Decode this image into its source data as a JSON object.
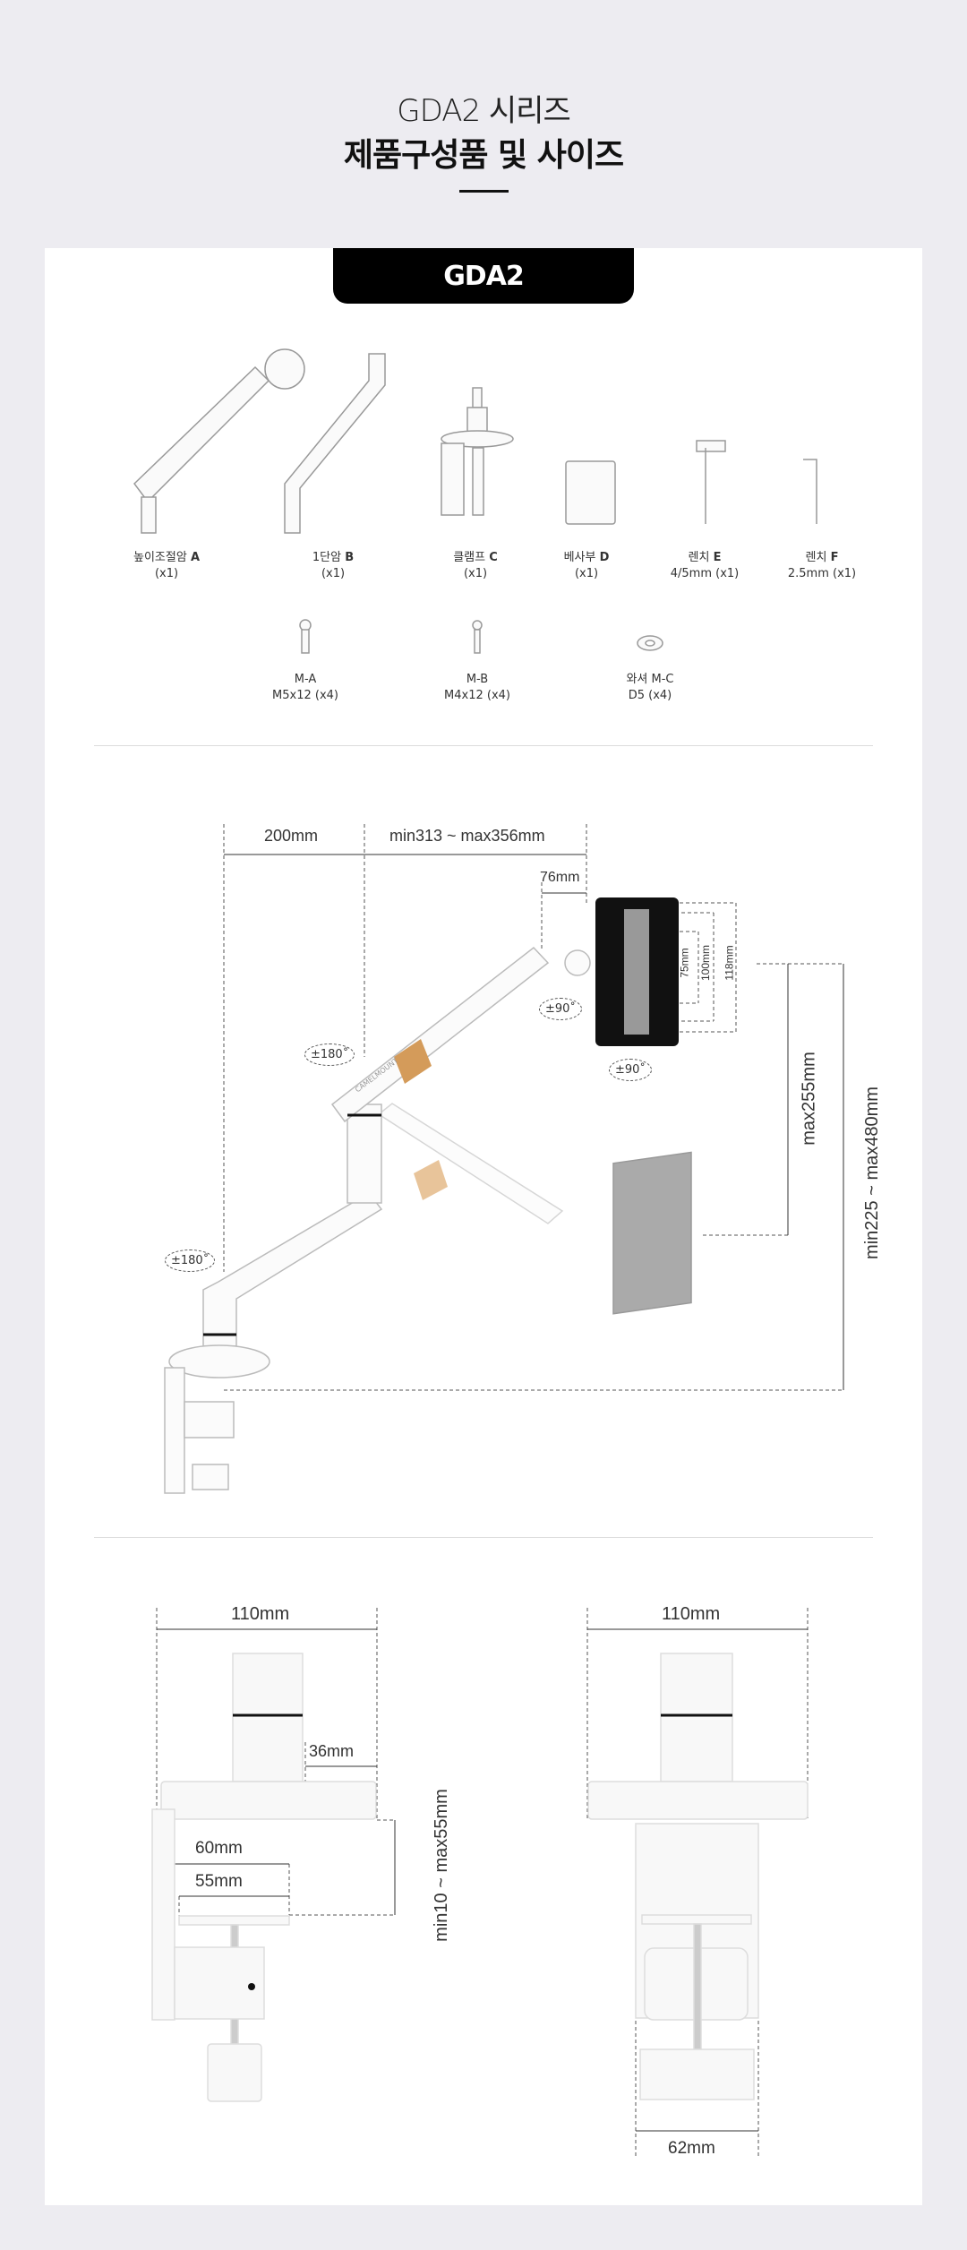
{
  "header": {
    "subtitle": "GDA2 시리즈",
    "title": "제품구성품 및 사이즈"
  },
  "tab": {
    "label": "GDA2"
  },
  "parts": [
    {
      "name": "높이조절암",
      "code": "A",
      "qty": "(x1)"
    },
    {
      "name": "1단암",
      "code": "B",
      "qty": "(x1)"
    },
    {
      "name": "클램프",
      "code": "C",
      "qty": "(x1)"
    },
    {
      "name": "베사부",
      "code": "D",
      "qty": "(x1)"
    },
    {
      "name": "렌치",
      "code": "E",
      "qty": "4/5mm (x1)"
    },
    {
      "name": "렌치",
      "code": "F",
      "qty": "2.5mm (x1)"
    }
  ],
  "screws": [
    {
      "name": "M-A",
      "spec": "M5x12 (x4)"
    },
    {
      "name": "M-B",
      "spec": "M4x12 (x4)"
    },
    {
      "name": "와셔 M-C",
      "spec": "D5 (x4)"
    }
  ],
  "diagram": {
    "reach1": "200mm",
    "reach2": "min313 ~ max356mm",
    "offset": "76mm",
    "vesa75": "75mm",
    "vesa100": "100mm",
    "plate": "118mm",
    "lift": "max255mm",
    "height": "min225 ~ max480mm",
    "rot_arm": "±180˚",
    "rot_base": "±180˚",
    "tilt": "±90˚",
    "swivel": "±90˚",
    "brand": "CAMELMOUNT"
  },
  "clamp": {
    "width_side": "110mm",
    "width_front": "110mm",
    "column": "36mm",
    "depth_outer": "60mm",
    "depth_inner": "55mm",
    "desk": "min10 ~  max55mm",
    "plate_width": "62mm"
  }
}
